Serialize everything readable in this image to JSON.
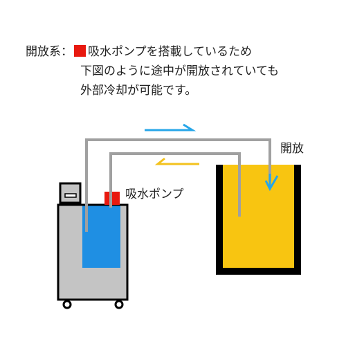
{
  "description": {
    "line1_prefix": "開放系：",
    "line1_suffix": "吸水ポンプを搭載しているため",
    "line2": "下図のように途中が開放されていても",
    "line3": "外部冷却が可能です。"
  },
  "labels": {
    "pump": "吸水ポンプ",
    "open": "開放"
  },
  "colors": {
    "pump_red": "#e8190f",
    "water_blue": "#1f8fe3",
    "tank_yellow": "#f8c511",
    "unit_gray": "#c4c4c4",
    "pipe_gray": "#a0a0a0",
    "arrow_blue": "#27a6e8",
    "arrow_yellow": "#f3c21d",
    "outline": "#000000"
  }
}
